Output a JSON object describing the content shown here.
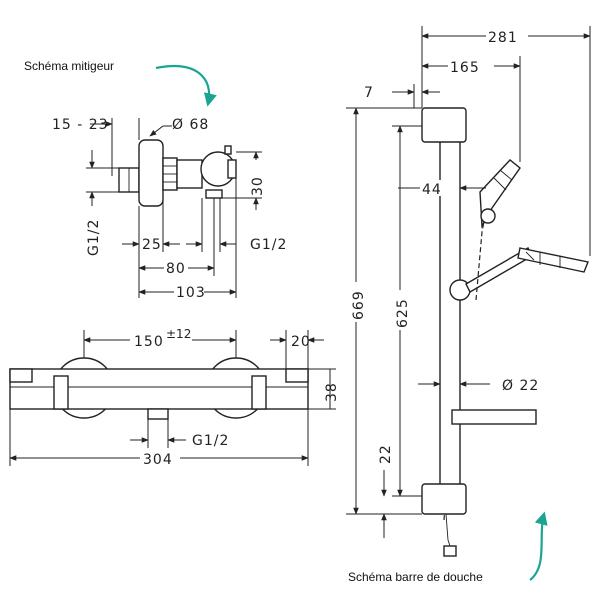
{
  "labels": {
    "mixer_caption": "Schéma mitigeur",
    "bar_caption": "Schéma barre de douche"
  },
  "side_view": {
    "d_15_23": "15 - 23",
    "d_diam68": "Ø 68",
    "d_30": "30",
    "d_g12_left": "G1/2",
    "d_25": "25",
    "d_g12_right": "G1/2",
    "d_80": "80",
    "d_103": "103"
  },
  "front_view": {
    "d_150": "150",
    "d_150_tol": "±12",
    "d_20": "20",
    "d_38": "38",
    "d_g12": "G1/2",
    "d_304": "304"
  },
  "shower_bar": {
    "d_281": "281",
    "d_165": "165",
    "d_7": "7",
    "d_44": "44",
    "d_669": "669",
    "d_625": "625",
    "d_diam22": "Ø 22",
    "d_22": "22"
  },
  "colors": {
    "accent": "#1aa592",
    "line": "#222222"
  }
}
